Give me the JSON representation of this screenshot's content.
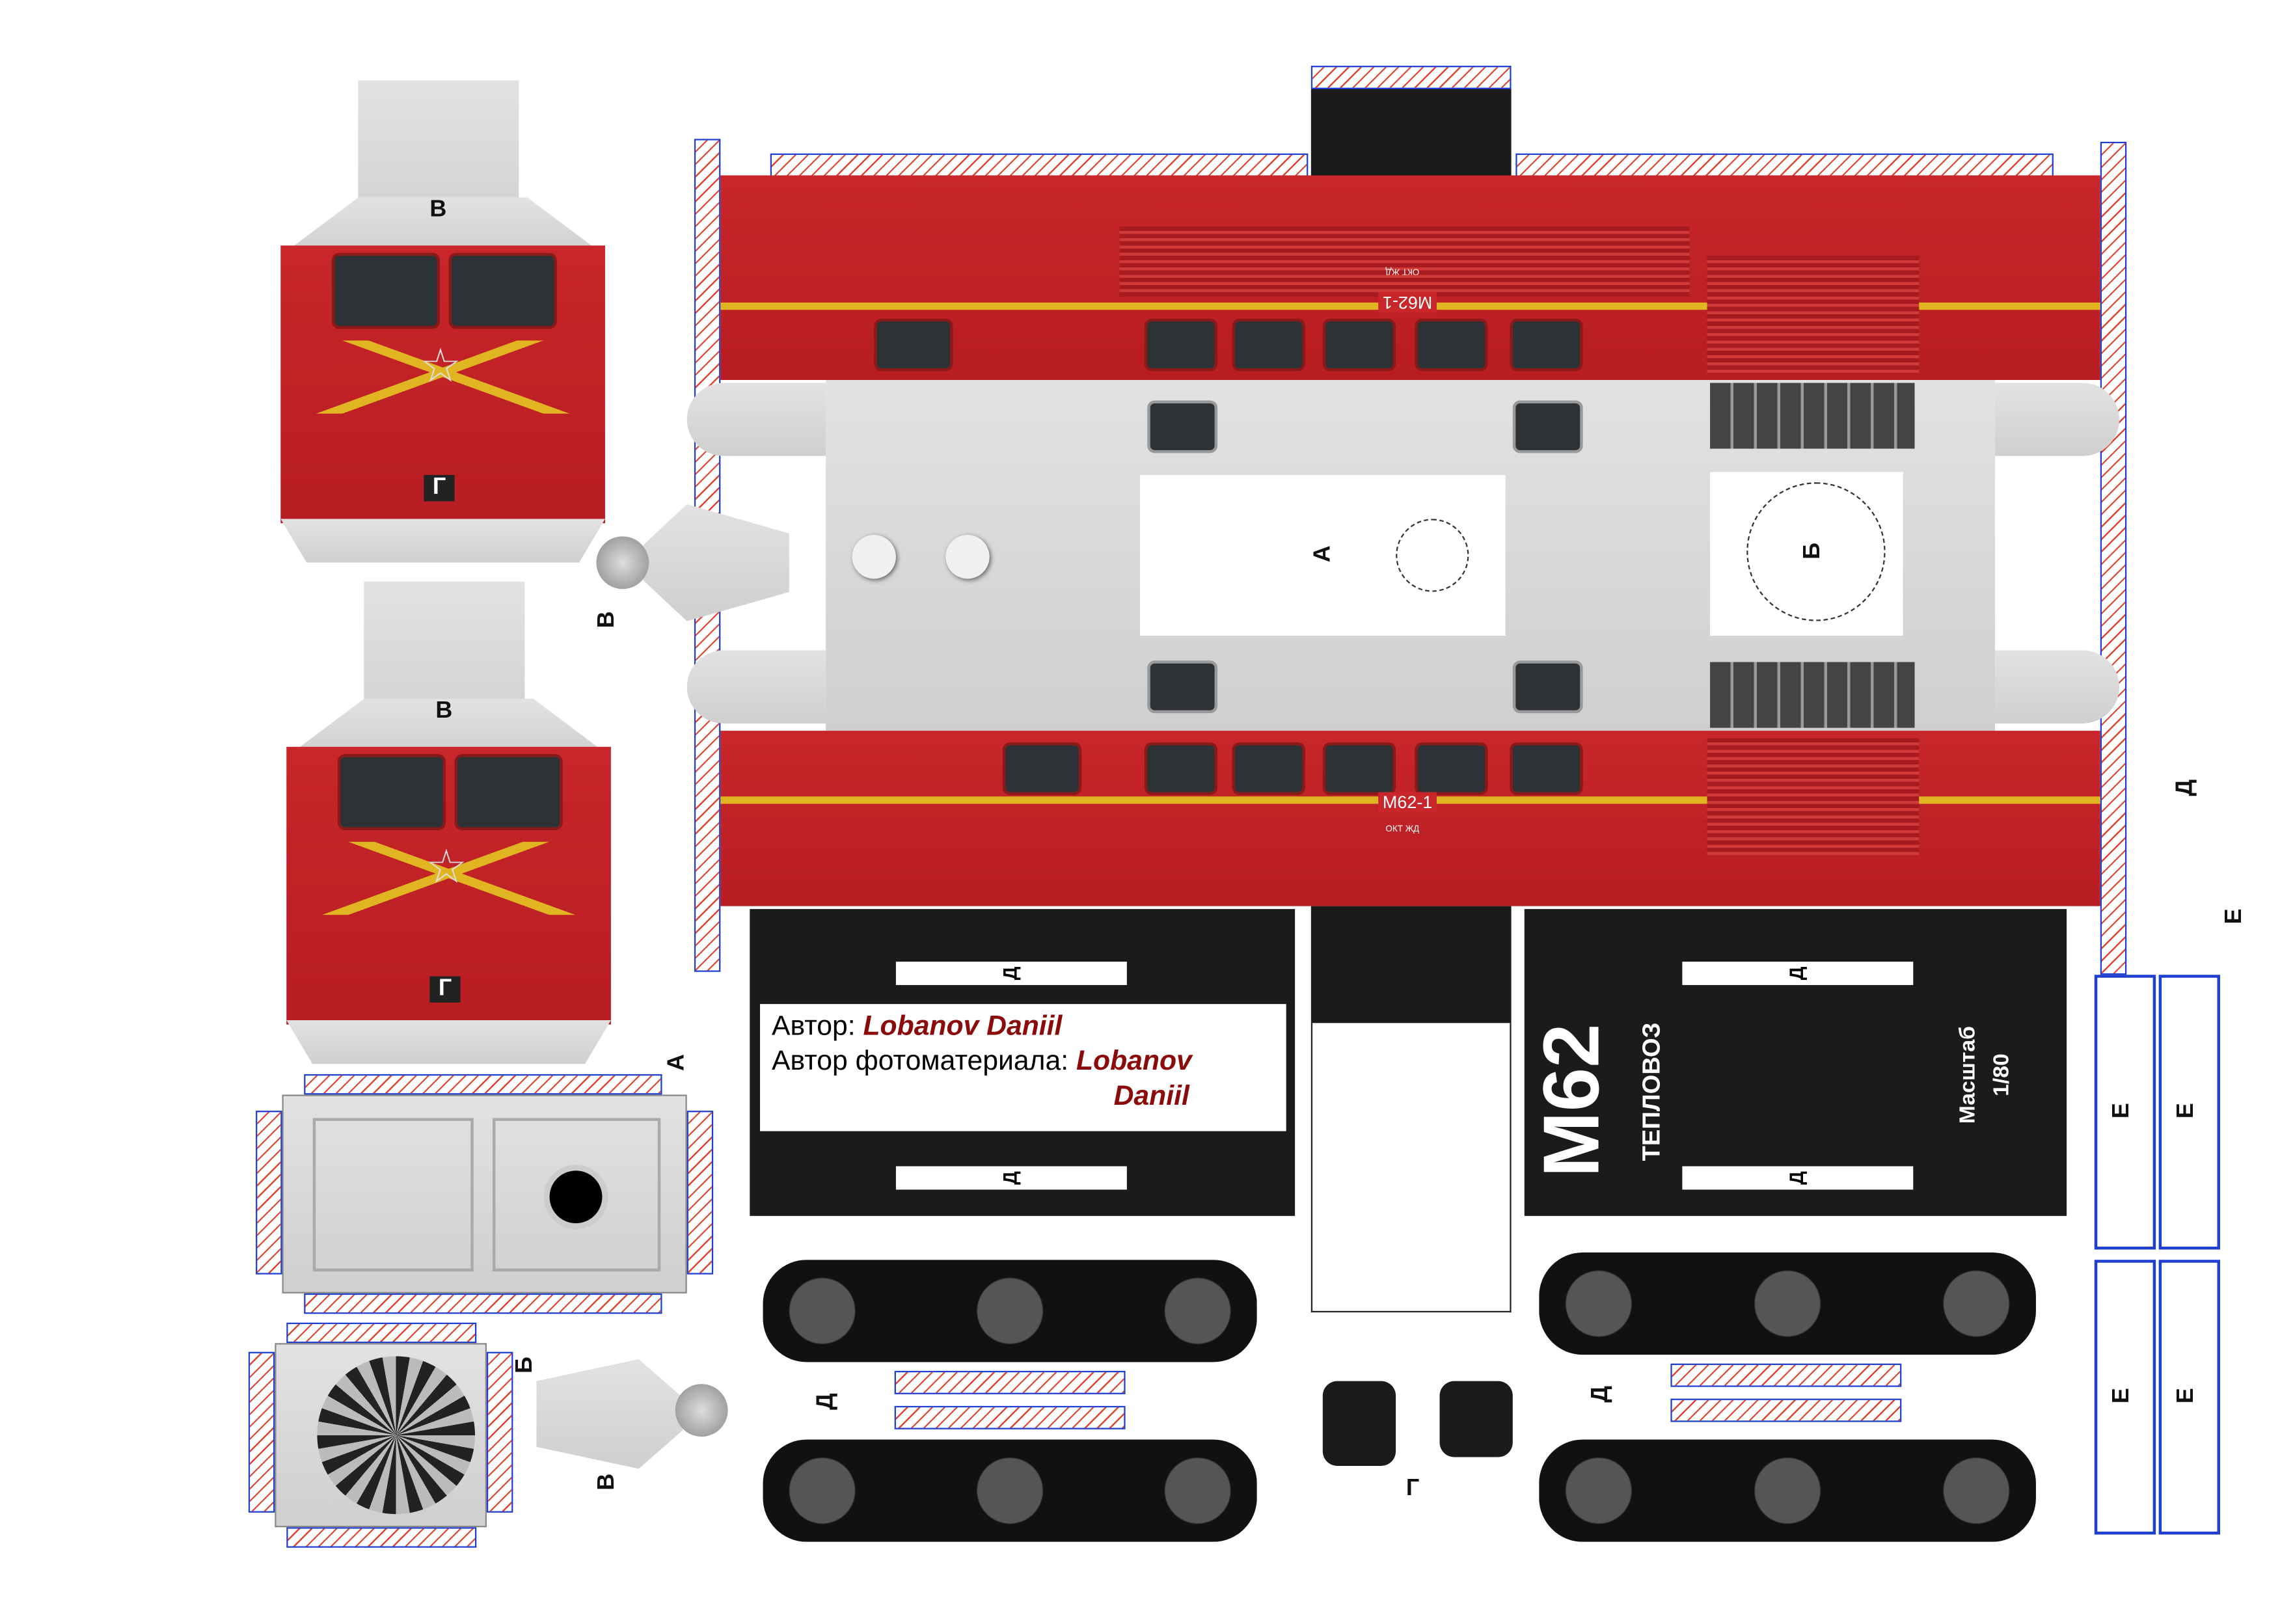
{
  "parts": {
    "label_a": "А",
    "label_b": "Б",
    "label_v": "В",
    "label_g": "Г",
    "label_d": "Д",
    "label_e": "Е"
  },
  "loco": {
    "number": "M62-1",
    "railway": "ОКТ ЖД",
    "model": "M62",
    "type": "ТЕПЛОВОЗ",
    "scale_label": "Масштаб",
    "scale_value": "1/80"
  },
  "credits": {
    "author_label": "Автор:",
    "author_name": "Lobanov Daniil",
    "photo_label": "Автор фотоматериала:",
    "photo_name_1": "Lobanov",
    "photo_name_2": "Daniil"
  },
  "colors": {
    "body_red": "#c8262a",
    "stripe_yellow": "#e1b522",
    "tab_blue": "#1f3fd0",
    "tab_hatch": "#e0452f",
    "credit_red": "#8b0a0a"
  }
}
